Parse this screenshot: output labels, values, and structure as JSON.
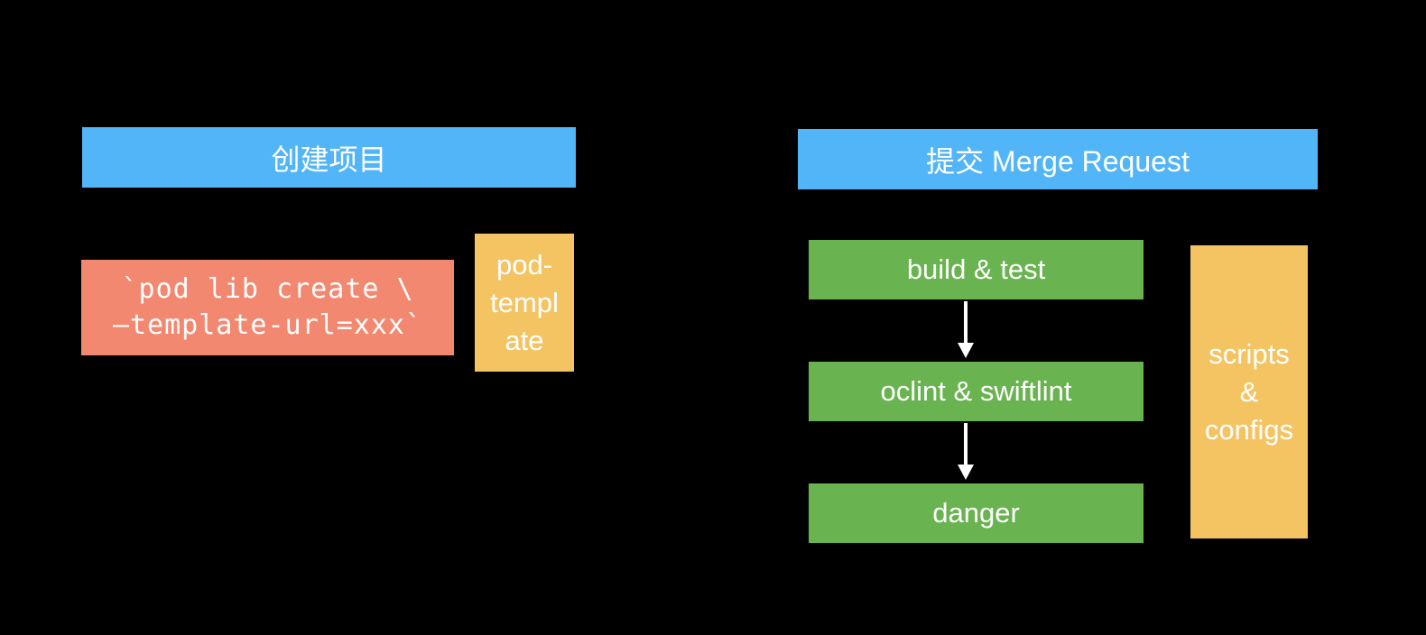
{
  "left": {
    "header": "创建项目",
    "command_lines": [
      "`pod lib create \\",
      "—template-url=xxx`"
    ],
    "template_lines": [
      "pod-",
      "templ",
      "ate"
    ]
  },
  "right": {
    "header": "提交 Merge Request",
    "steps": [
      "build & test",
      "oclint & swiftlint",
      "danger"
    ],
    "side_lines": [
      "scripts",
      "&",
      "configs"
    ]
  },
  "colors": {
    "background": "#000000",
    "header": "#52b5f7",
    "step": "#69b350",
    "command": "#f38871",
    "config": "#f4c463",
    "arrow": "#ffffff"
  }
}
